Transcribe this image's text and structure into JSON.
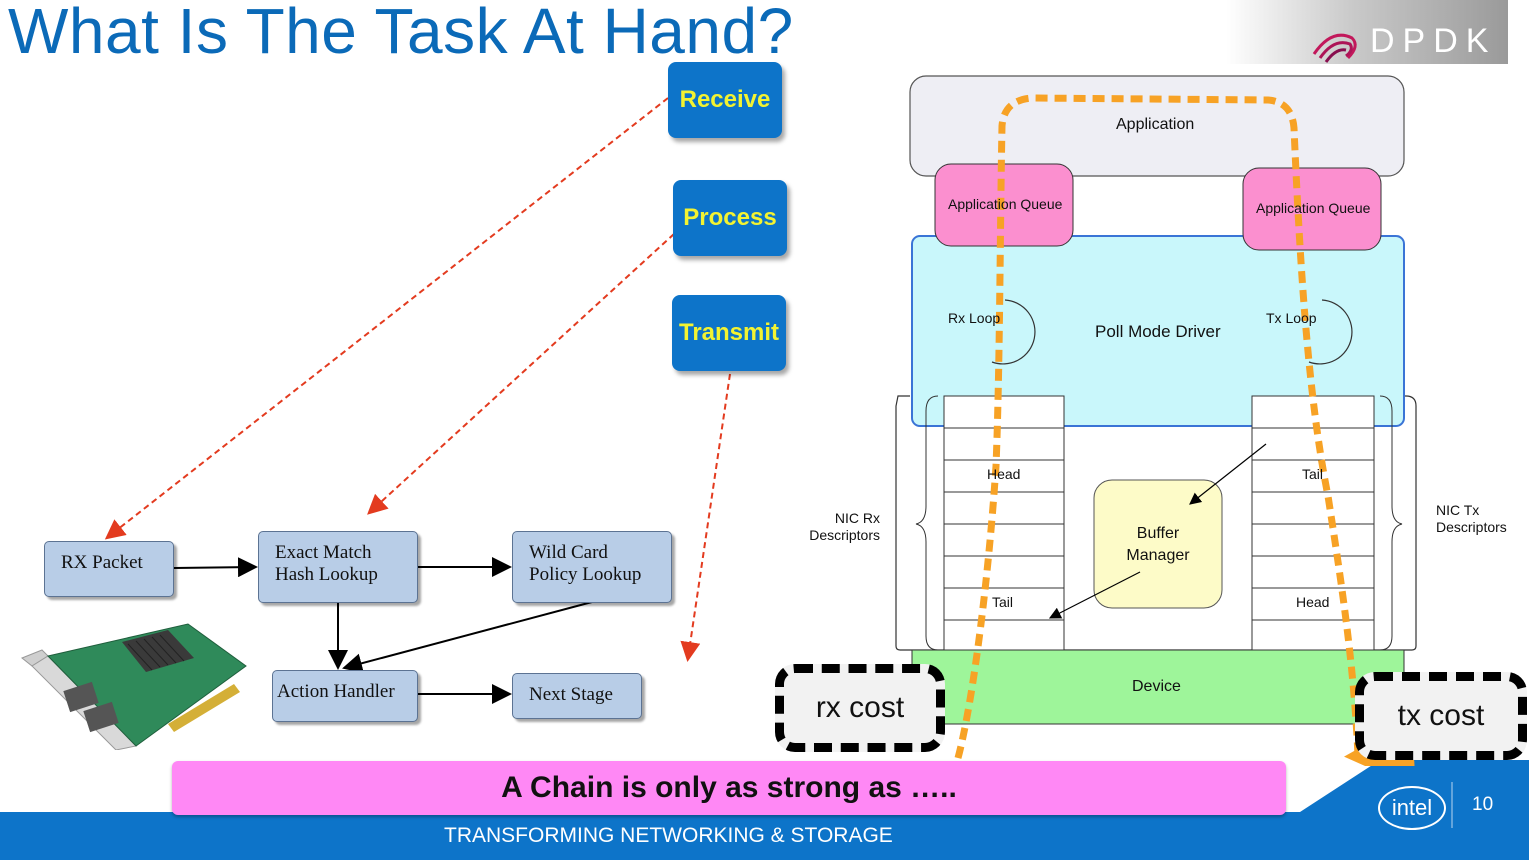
{
  "slide": {
    "title": "What Is The Task At Hand?",
    "page_number": "10",
    "footer": "TRANSFORMING NETWORKING & STORAGE",
    "banner": "A Chain is only as strong as …..",
    "logo_text": "DPDK",
    "intel_logo": "intel"
  },
  "steps": {
    "receive": "Receive",
    "process": "Process",
    "transmit": "Transmit"
  },
  "flow": {
    "rx_packet": "RX Packet",
    "exact_match_1": "Exact Match",
    "exact_match_2": "Hash Lookup",
    "wild_card_1": "Wild Card",
    "wild_card_2": "Policy Lookup",
    "action_handler": "Action Handler",
    "next_stage": "Next Stage"
  },
  "arch": {
    "application": "Application",
    "app_queue_left": "Application Queue",
    "app_queue_right": "Application Queue",
    "poll_mode_driver": "Poll Mode Driver",
    "rx_loop": "Rx Loop",
    "tx_loop": "Tx Loop",
    "head_left": "Head",
    "tail_left": "Tail",
    "tail_right": "Tail",
    "head_right": "Head",
    "buffer_manager_1": "Buffer",
    "buffer_manager_2": "Manager",
    "nic_rx_1": "NIC Rx",
    "nic_rx_2": "Descriptors",
    "nic_tx_1": "NIC Tx",
    "nic_tx_2": "Descriptors",
    "device": "Device"
  },
  "costs": {
    "rx": "rx cost",
    "tx": "tx cost"
  },
  "colors": {
    "title_blue": "#0b6ab8",
    "button_blue": "#0d74c9",
    "button_text": "#f3f331",
    "flow_box": "#b8cde7",
    "app_queue": "#fb8fcf",
    "pmd": "#c9f7fb",
    "device": "#9ef59a",
    "buffer_manager": "#fdfbc8",
    "banner": "#ff88f5",
    "footer_blue": "#0d74c9",
    "path_orange": "#f7a225"
  }
}
